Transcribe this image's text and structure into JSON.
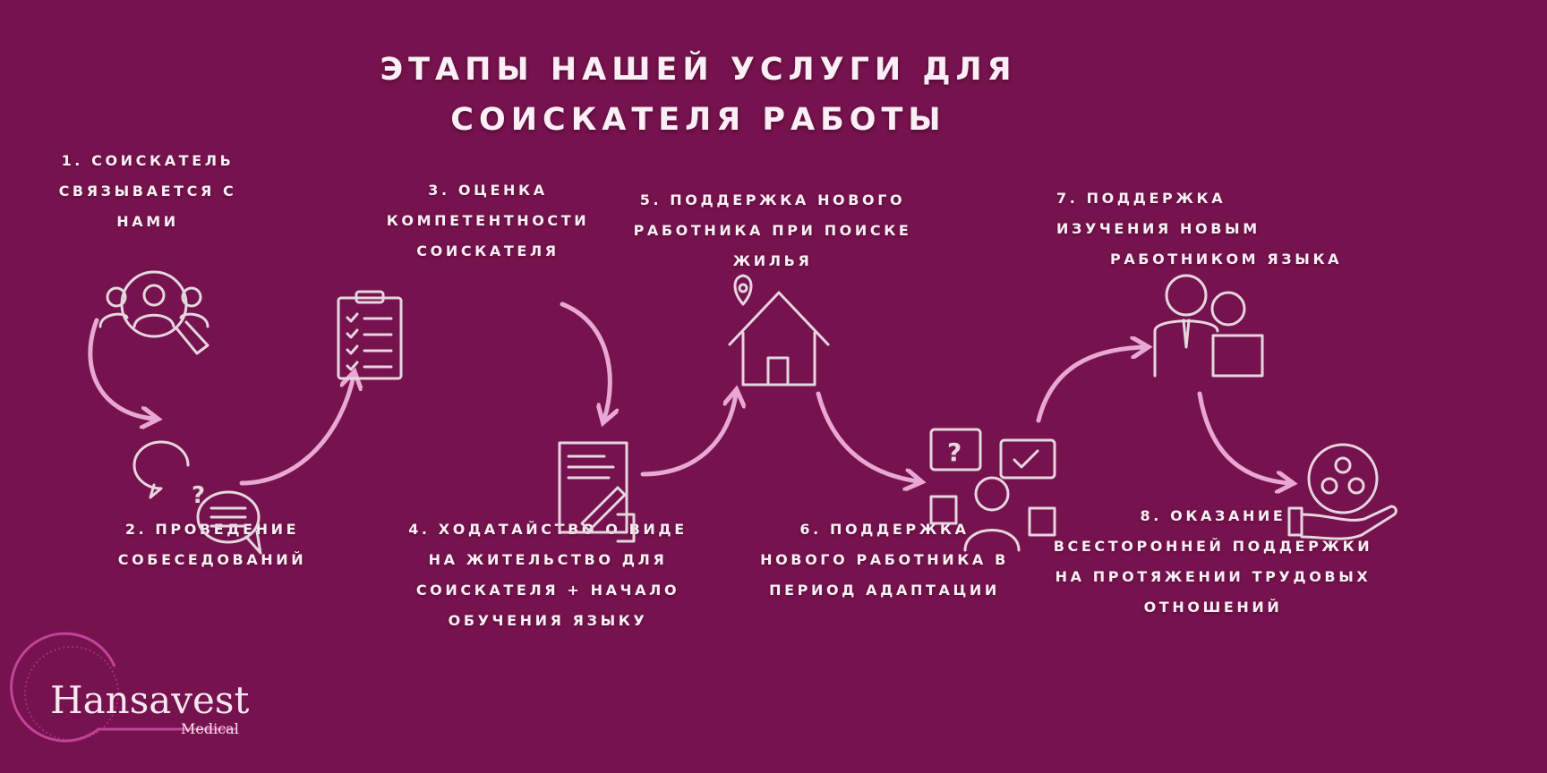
{
  "title": {
    "line1": "ЭТАПЫ НАШЕЙ УСЛУГИ ДЛЯ",
    "line2": "СОИСКАТЕЛЯ РАБОТЫ"
  },
  "steps": [
    {
      "lines": [
        "1. СОИСКАТЕЛЬ",
        "СВЯЗЫВАЕТСЯ С",
        "НАМИ"
      ],
      "icon": "search-person-icon"
    },
    {
      "lines": [
        "2. ПРОВЕДЕНИЕ",
        "СОБЕСЕДОВАНИЙ"
      ],
      "icon": "chat-bubbles-icon"
    },
    {
      "lines": [
        "3. ОЦЕНКА",
        "КОМПЕТЕНТНОСТИ",
        "СОИСКАТЕЛЯ"
      ],
      "icon": "clipboard-checklist-icon"
    },
    {
      "lines": [
        "4. ХОДАТАЙСТВО О ВИДЕ",
        "НА ЖИТЕЛЬСТВО ДЛЯ",
        "СОИСКАТЕЛЯ + НАЧАЛО",
        "ОБУЧЕНИЯ ЯЗЫКУ"
      ],
      "icon": "document-signing-icon"
    },
    {
      "lines": [
        "5. ПОДДЕРЖКА НОВОГО",
        "РАБОТНИКА ПРИ ПОИСКЕ",
        "ЖИЛЬЯ"
      ],
      "icon": "house-location-icon"
    },
    {
      "lines": [
        "6. ПОДДЕРЖКА",
        "НОВОГО РАБОТНИКА В",
        "ПЕРИОД АДАПТАЦИИ"
      ],
      "icon": "person-questions-icon"
    },
    {
      "lines": [
        "7. ПОДДЕРЖКА",
        "ИЗУЧЕНИЯ НОВЫМ",
        "РАБОТНИКОМ ЯЗЫКА"
      ],
      "icon": "teacher-student-icon"
    },
    {
      "lines": [
        "8. ОКАЗАНИЕ",
        "ВСЕСТОРОННЕЙ ПОДДЕРЖКИ",
        "НА ПРОТЯЖЕНИИ ТРУДОВЫХ",
        "ОТНОШЕНИЙ"
      ],
      "icon": "hand-support-group-icon"
    }
  ],
  "logo": {
    "name": "Hansavest",
    "sub": "Medical"
  },
  "colors": {
    "background": "#76124d",
    "text": "#fbeef5",
    "arrow": "#e9a8d3",
    "icon": "#e6d6e0"
  }
}
